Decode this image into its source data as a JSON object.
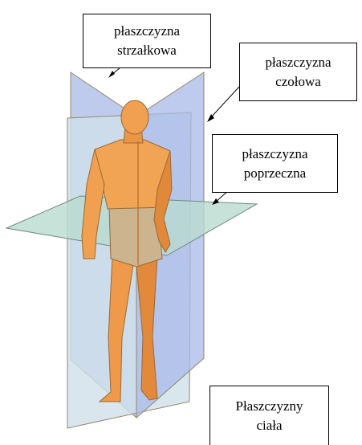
{
  "labels": {
    "sagittal": {
      "line1": "płaszczyzna",
      "line2": "strzałkowa"
    },
    "frontal": {
      "line1": "płaszczyzna",
      "line2": "czołowa"
    },
    "transverse": {
      "line1": "płaszczyzna",
      "line2": "poprzeczna"
    },
    "body_planes": {
      "line1": "Płaszczyzny",
      "line2": "ciała"
    }
  },
  "colors": {
    "sagittal_plane": "#a9b7e6",
    "frontal_plane": "#c9dde8",
    "transverse_plane": "#b9d9d0",
    "skin": "#f0a050",
    "skin_shadow": "#c86a28",
    "shorts": "#c9b590",
    "outline": "#8a6a3a"
  }
}
